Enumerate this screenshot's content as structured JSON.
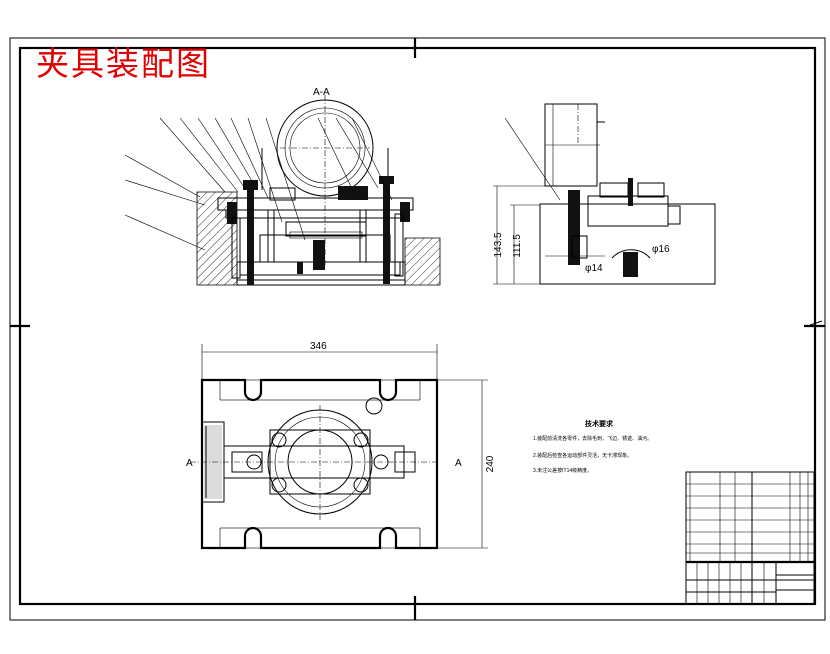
{
  "drawing": {
    "title": "夹具装配图"
  },
  "section_view": {
    "label": "A-A"
  },
  "side_view": {
    "dim_height_1": "143.5",
    "dim_height_2": "111.5",
    "dim_dia_1": "φ14",
    "dim_dia_2": "φ16"
  },
  "plan_view": {
    "dim_width": "346",
    "dim_height": "240",
    "section_mark_left": "A",
    "section_mark_right": "A"
  },
  "technical_notes": {
    "title": "技术要求",
    "lines": [
      "1.装配前清洗各零件，去除毛刺、飞边、锈迹、油污。",
      "2.装配后检查各运动部件灵活，无卡滞现象。",
      "3.未注公差按IT14级精度。"
    ]
  },
  "colors": {
    "title": "#e00000",
    "lines": "#000000",
    "background": "#ffffff"
  }
}
